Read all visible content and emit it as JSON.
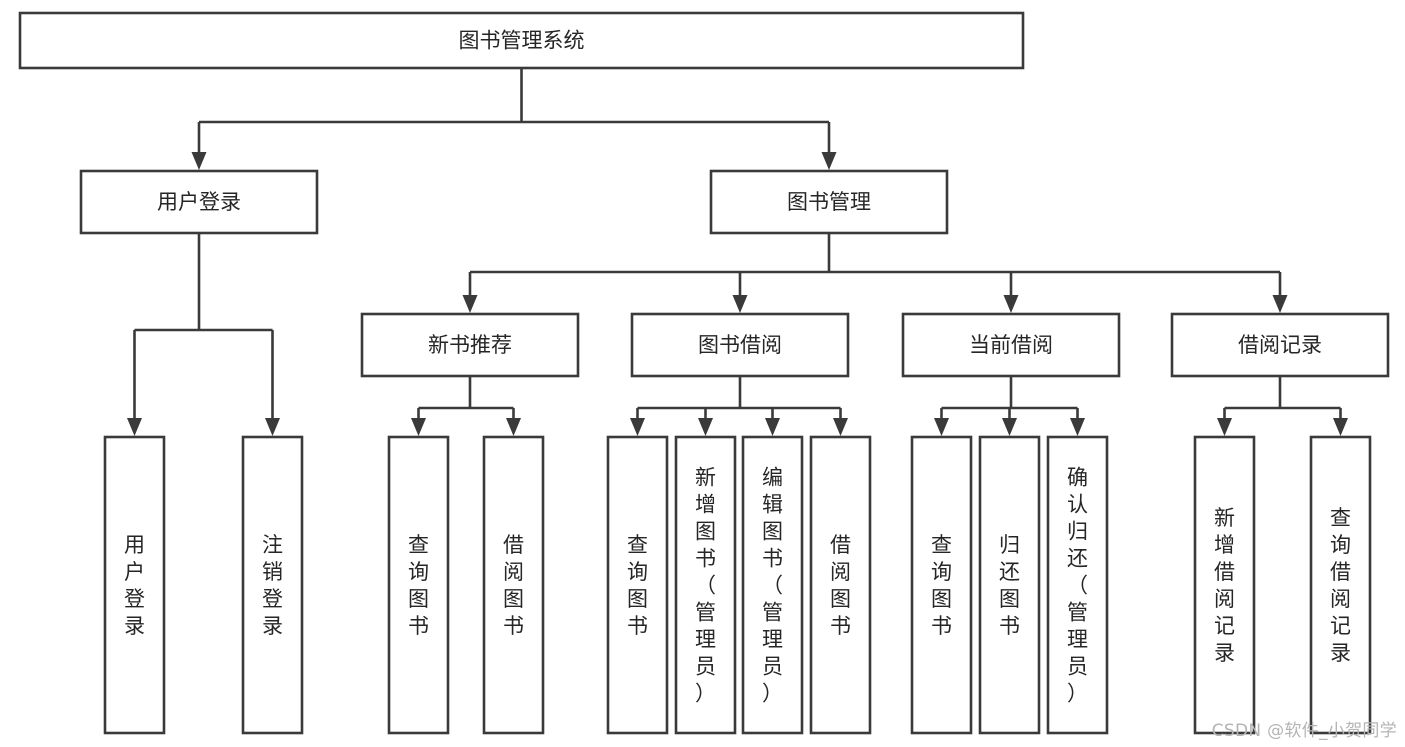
{
  "diagram": {
    "type": "tree-hierarchy",
    "title": "图书管理系统",
    "orientation": "top-down",
    "root": {
      "id": "root",
      "label": "图书管理系统",
      "text_orientation": "horizontal"
    },
    "level2": [
      {
        "id": "user-login",
        "label": "用户登录",
        "text_orientation": "horizontal"
      },
      {
        "id": "book-management",
        "label": "图书管理",
        "text_orientation": "horizontal"
      }
    ],
    "level3": [
      {
        "id": "new-book-recommend",
        "label": "新书推荐",
        "parent": "book-management",
        "text_orientation": "horizontal"
      },
      {
        "id": "book-borrow",
        "label": "图书借阅",
        "parent": "book-management",
        "text_orientation": "horizontal"
      },
      {
        "id": "current-borrow",
        "label": "当前借阅",
        "parent": "book-management",
        "text_orientation": "horizontal"
      },
      {
        "id": "borrow-record",
        "label": "借阅记录",
        "parent": "book-management",
        "text_orientation": "horizontal"
      }
    ],
    "leaves": [
      {
        "id": "leaf-user-login",
        "label": "用户登录",
        "parent": "user-login",
        "text_orientation": "vertical"
      },
      {
        "id": "leaf-user-logout",
        "label": "注销登录",
        "parent": "user-login",
        "text_orientation": "vertical"
      },
      {
        "id": "leaf-query-book-rec",
        "label": "查询图书",
        "parent": "new-book-recommend",
        "text_orientation": "vertical"
      },
      {
        "id": "leaf-borrow-book-rec",
        "label": "借阅图书",
        "parent": "new-book-recommend",
        "text_orientation": "vertical"
      },
      {
        "id": "leaf-query-book-borrow",
        "label": "查询图书",
        "parent": "book-borrow",
        "text_orientation": "vertical"
      },
      {
        "id": "leaf-add-book",
        "label": "新增图书（管理员）",
        "parent": "book-borrow",
        "text_orientation": "vertical"
      },
      {
        "id": "leaf-edit-book",
        "label": "编辑图书（管理员）",
        "parent": "book-borrow",
        "text_orientation": "vertical"
      },
      {
        "id": "leaf-borrow-book",
        "label": "借阅图书",
        "parent": "book-borrow",
        "text_orientation": "vertical"
      },
      {
        "id": "leaf-query-book-current",
        "label": "查询图书",
        "parent": "current-borrow",
        "text_orientation": "vertical"
      },
      {
        "id": "leaf-return-book",
        "label": "归还图书",
        "parent": "current-borrow",
        "text_orientation": "vertical"
      },
      {
        "id": "leaf-confirm-return",
        "label": "确认归还（管理员）",
        "parent": "current-borrow",
        "text_orientation": "vertical"
      },
      {
        "id": "leaf-add-record",
        "label": "新增借阅记录",
        "parent": "borrow-record",
        "text_orientation": "vertical"
      },
      {
        "id": "leaf-query-record",
        "label": "查询借阅记录",
        "parent": "borrow-record",
        "text_orientation": "vertical"
      }
    ]
  },
  "watermark": {
    "text": "CSDN @软件_小贺同学"
  },
  "style": {
    "box_stroke": "#3a3a3a",
    "box_fill": "#ffffff",
    "text_color": "#262626",
    "background": "#ffffff",
    "watermark_color": "#b4b4b4"
  }
}
